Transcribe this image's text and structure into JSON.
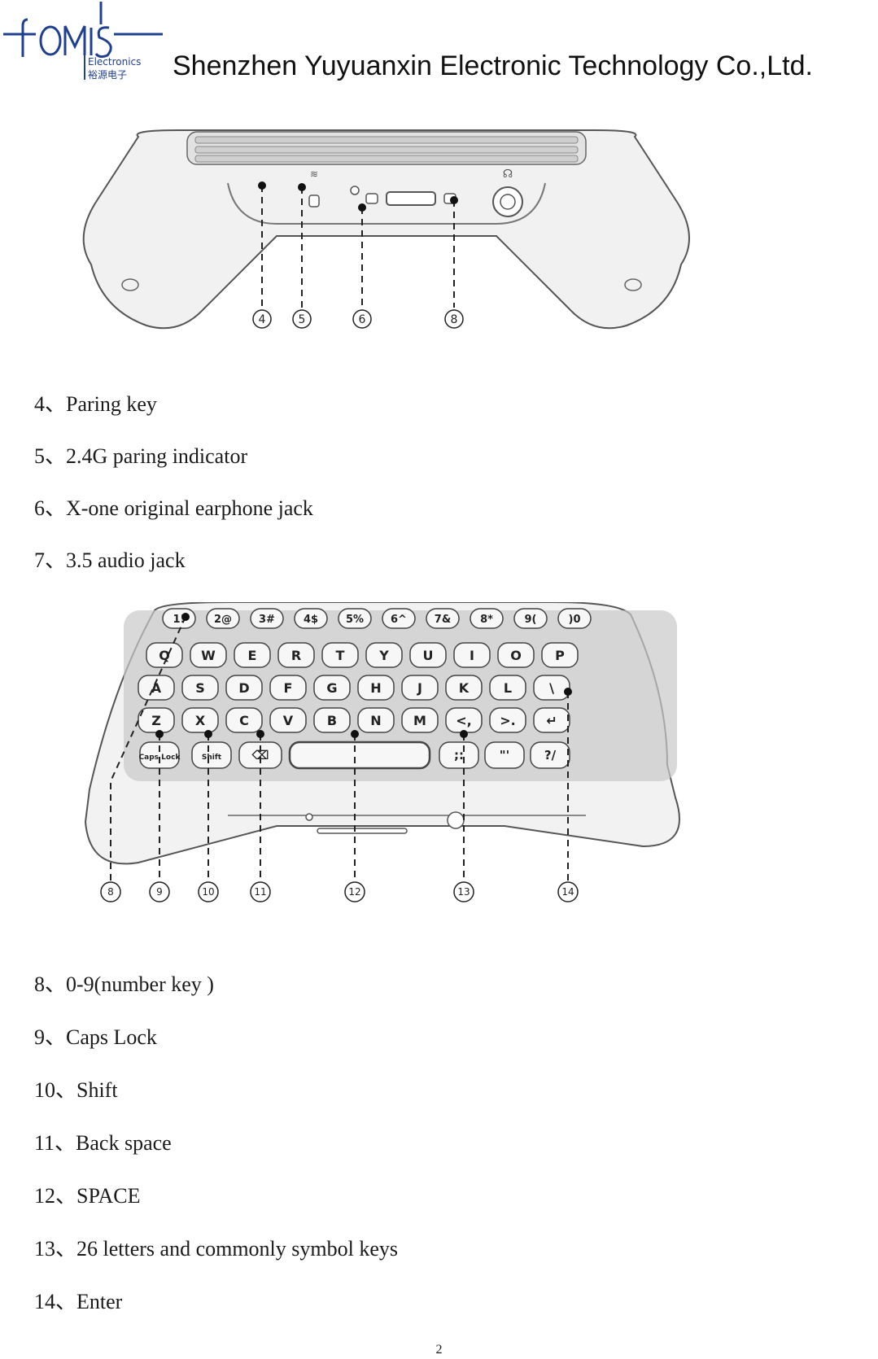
{
  "header": {
    "logo_text": "fomis",
    "logo_sub": "Electronics",
    "logo_cn": "裕源电子",
    "company": "Shenzhen Yuyuanxin Electronic Technology Co.,Ltd."
  },
  "figure1": {
    "callouts": [
      "4",
      "5",
      "6",
      "8"
    ]
  },
  "list1": [
    "4、Paring key",
    "5、2.4G paring indicator",
    "6、X-one original earphone jack",
    "7、3.5 audio jack"
  ],
  "figure2": {
    "callouts": [
      "8",
      "9",
      "10",
      "11",
      "12",
      "13",
      "14"
    ],
    "row1": [
      "1!",
      "2@",
      "3#",
      "4$",
      "5%",
      "6^",
      "7&",
      "8*",
      "9(",
      ")0"
    ],
    "row2": [
      "Q",
      "W",
      "E",
      "R",
      "T",
      "Y",
      "U",
      "I",
      "O",
      "P"
    ],
    "row3": [
      "A",
      "S",
      "D",
      "F",
      "G",
      "H",
      "J",
      "K",
      "L",
      "\\"
    ],
    "row4": [
      "Z",
      "X",
      "C",
      "V",
      "B",
      "N",
      "M",
      "<,",
      ">.",
      "↵"
    ],
    "row5": [
      "Caps Lock",
      "Shift",
      "⌫",
      "",
      ";:",
      "\"'",
      "?/"
    ]
  },
  "list2": [
    "8、0-9(number key )",
    "9、Caps Lock",
    "10、Shift",
    "11、Back space",
    "12、SPACE",
    "13、26 letters and commonly symbol keys",
    "14、Enter"
  ],
  "page_number": "2"
}
